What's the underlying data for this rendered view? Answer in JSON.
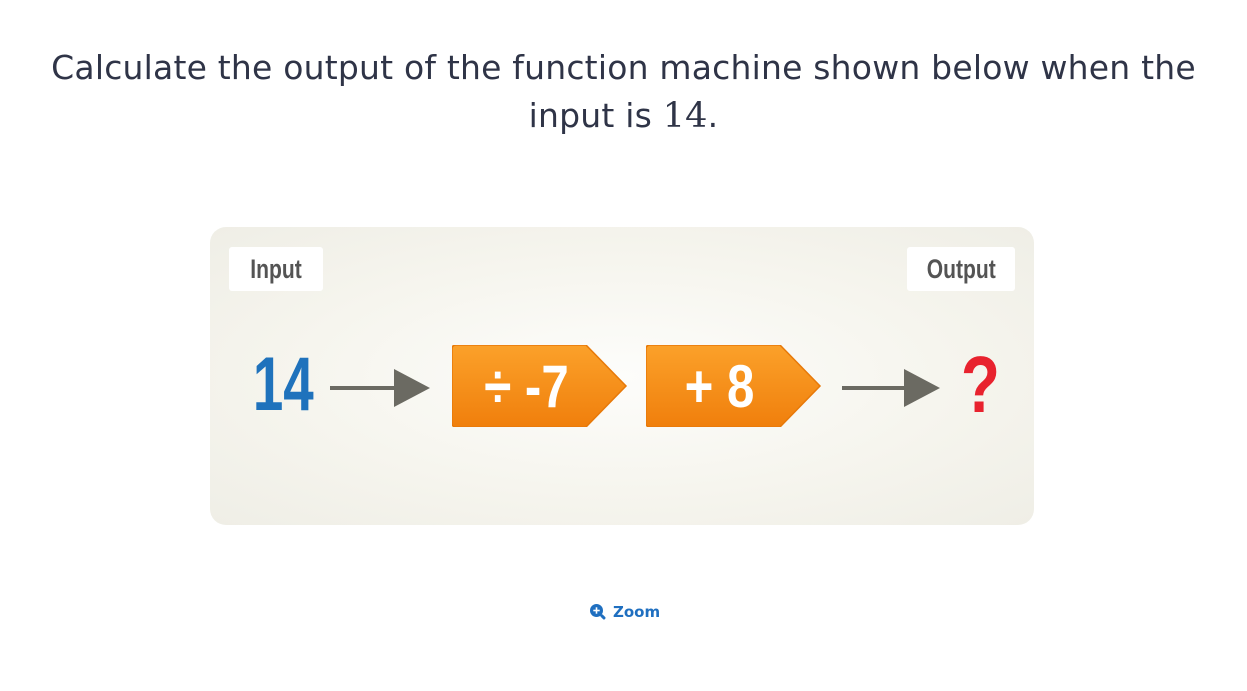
{
  "question": {
    "text_before": "Calculate the output of the function machine shown below when the input is",
    "math_value": "14",
    "text_after": "."
  },
  "machine": {
    "input_label": "Input",
    "output_label": "Output",
    "input_value": "14",
    "operations": [
      {
        "label": "÷ -7"
      },
      {
        "label": "+ 8"
      }
    ],
    "output_value": "?"
  },
  "colors": {
    "input_value": "#1f72bc",
    "output_value": "#e8222e",
    "operation_fill": "#f7941d",
    "arrow": "#6b6a62",
    "zoom_link": "#1f6fc0"
  },
  "zoom": {
    "label": "Zoom",
    "icon": "zoom-in-icon"
  }
}
